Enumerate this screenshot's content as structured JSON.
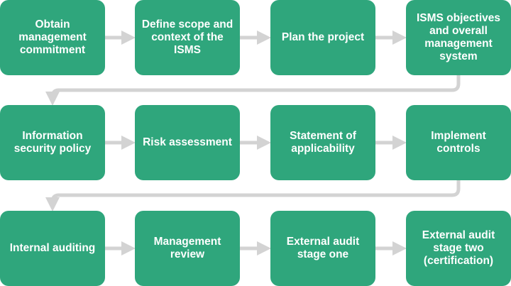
{
  "colors": {
    "box": "#2fa67c",
    "text": "#ffffff",
    "connector": "#d3d3d3"
  },
  "steps": [
    {
      "label": "Obtain management commitment"
    },
    {
      "label": "Define scope and context of the ISMS"
    },
    {
      "label": "Plan the project"
    },
    {
      "label": "ISMS objectives and overall management system"
    },
    {
      "label": "Information security policy"
    },
    {
      "label": "Risk assessment"
    },
    {
      "label": "Statement of applicability"
    },
    {
      "label": "Implement controls"
    },
    {
      "label": "Internal auditing"
    },
    {
      "label": "Management review"
    },
    {
      "label": "External audit stage one"
    },
    {
      "label": "External audit stage two (certification)"
    }
  ]
}
